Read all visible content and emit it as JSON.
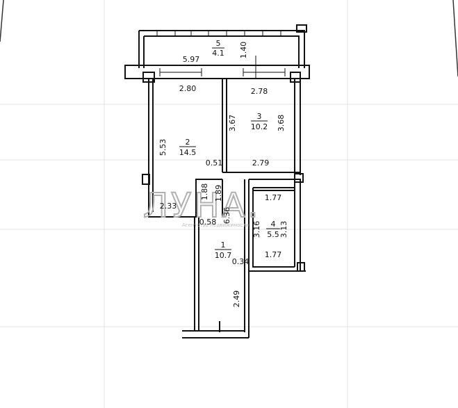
{
  "plan": {
    "rooms": [
      {
        "number": "1",
        "area": "10.7"
      },
      {
        "number": "2",
        "area": "14.5"
      },
      {
        "number": "3",
        "area": "10.2"
      },
      {
        "number": "4",
        "area": "5.5"
      },
      {
        "number": "5",
        "area": "4.1"
      }
    ],
    "dimensions": {
      "d597": "5.97",
      "d140": "1.40",
      "d280": "2.80",
      "d278": "2.78",
      "d367": "3.67",
      "d368": "3.68",
      "d553": "5.53",
      "d051": "0.51",
      "d279": "2.79",
      "d188": "1.88",
      "d189": "1.89",
      "d233": "2.33",
      "d177top": "1.77",
      "d636": "6.36",
      "d058": "0.58",
      "d316": "3.16",
      "d313": "3.13",
      "d034": "0.34",
      "d177bot": "1.77",
      "d249": "2.49"
    }
  },
  "watermark": {
    "logo": "ЛУНА.",
    "caption": "Агентство Недвижимости"
  },
  "colors": {
    "wall": "#111111",
    "grid": "#d9d9d9",
    "watermark": "#b0b0b0"
  }
}
